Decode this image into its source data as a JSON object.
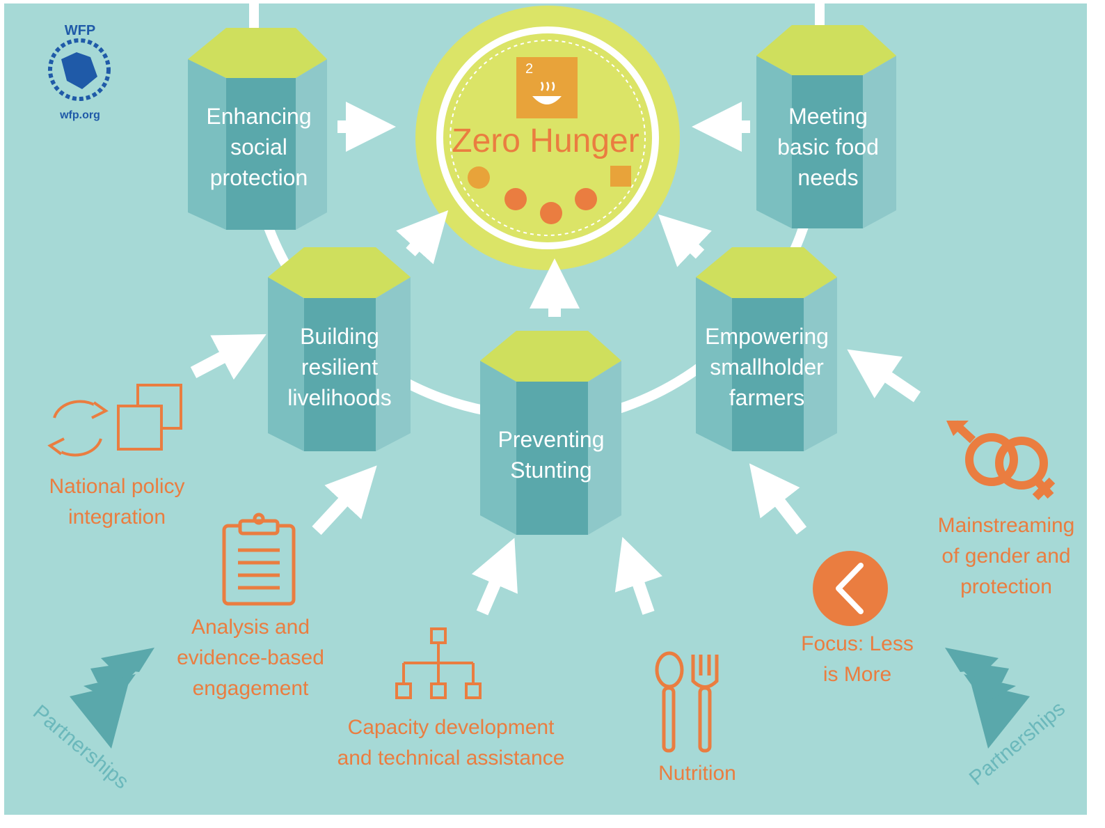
{
  "logo": {
    "name": "WFP",
    "url_text": "wfp.org"
  },
  "goal": {
    "number": "2",
    "title": "Zero Hunger"
  },
  "pillars": {
    "social_protection": [
      "Enhancing",
      "social",
      "protection"
    ],
    "basic_food": [
      "Meeting",
      "basic food",
      "needs"
    ],
    "resilient": [
      "Building",
      "resilient",
      "livelihoods"
    ],
    "smallholder": [
      "Empowering",
      "smallholder",
      "farmers"
    ],
    "stunting": [
      "Preventing",
      "Stunting"
    ]
  },
  "enablers": {
    "national_policy": [
      "National policy",
      "integration"
    ],
    "analysis": [
      "Analysis and",
      "evidence-based",
      "engagement"
    ],
    "capacity": [
      "Capacity development",
      "and technical assistance"
    ],
    "nutrition": [
      "Nutrition"
    ],
    "focus": [
      "Focus: Less",
      "is More"
    ],
    "gender": [
      "Mainstreaming",
      "of gender and",
      "protection"
    ]
  },
  "partnerships_left": "Partnerships",
  "partnerships_right": "Partnerships",
  "colors": {
    "background": "#a6d9d6",
    "pillar_front": "#5aa8ab",
    "pillar_side": "#7bbfc0",
    "pillar_top": "#cfdf5d",
    "orange": "#ea7d40",
    "halo": "#dbe467",
    "logo_blue": "#1f5aa8"
  }
}
